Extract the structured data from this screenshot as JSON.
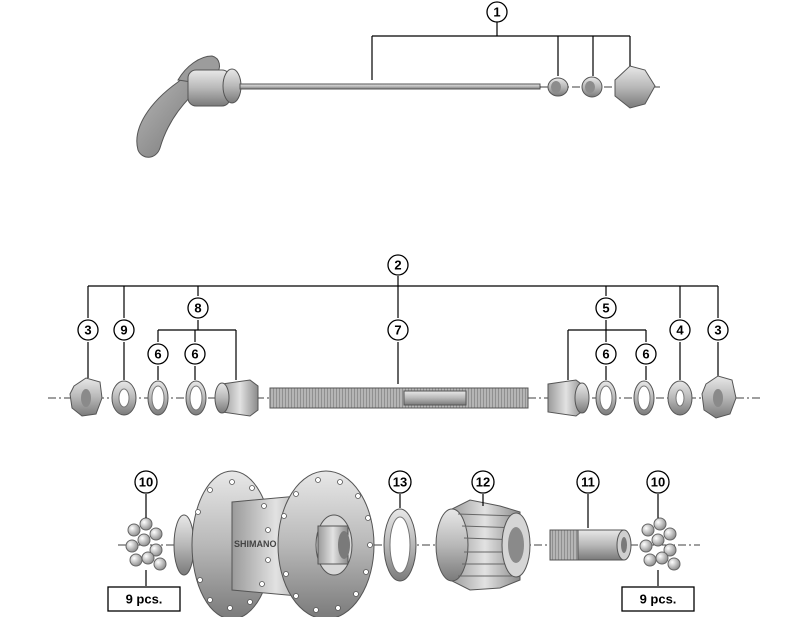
{
  "callouts": {
    "c1": "1",
    "c2": "2",
    "c3_left": "3",
    "c9": "9",
    "c8": "8",
    "c6_a": "6",
    "c6_b": "6",
    "c7": "7",
    "c5": "5",
    "c6_c": "6",
    "c6_d": "6",
    "c4": "4",
    "c3_right": "3",
    "c10_left": "10",
    "c13": "13",
    "c12": "12",
    "c11": "11",
    "c10_right": "10"
  },
  "labels": {
    "balls_left": "9 pcs.",
    "balls_right": "9 pcs."
  },
  "brand": {
    "hub_logo": "SHIMANO"
  }
}
